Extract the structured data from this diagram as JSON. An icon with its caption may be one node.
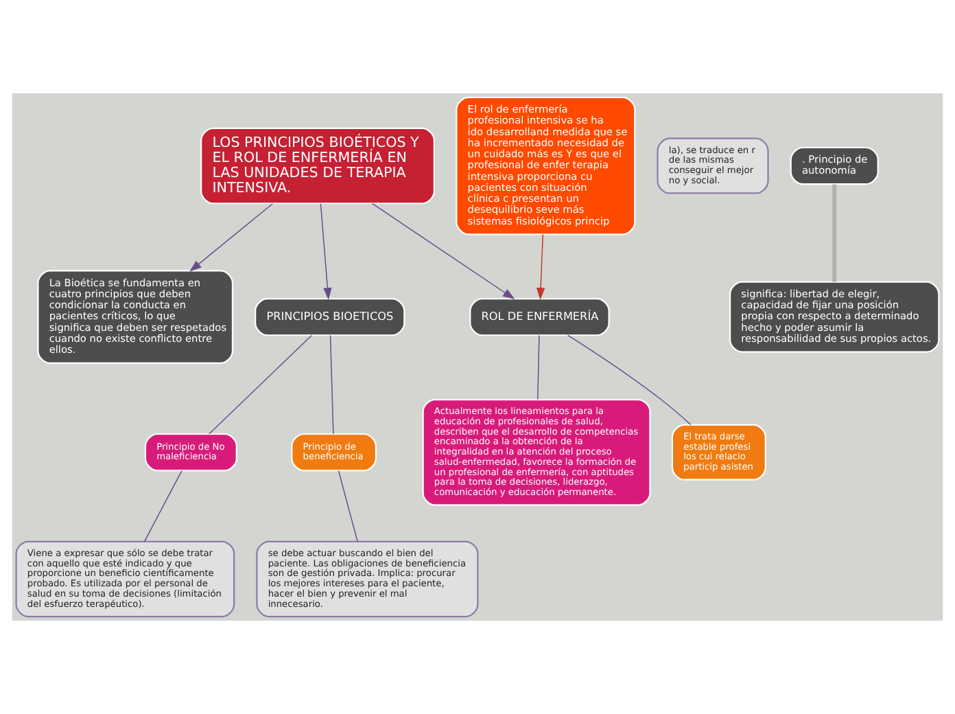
{
  "diagram": {
    "nodes": [
      {
        "text": [
          "LOS PRINCIPIOS BIOÉTICOS Y EL ROL DE ENFERMERÍA EN LAS UNIDADES DE TERAPIA INTENSIVA."
        ]
      },
      {
        "text": [
          "La Bioética se fundamenta en cuatro principios que deben condicionar la conducta en pacientes críticos, lo que significa que deben ser respetados cuando no existe conflicto entre ellos."
        ]
      },
      {
        "text": [
          "PRINCIPIOS BIOETICOS"
        ]
      },
      {
        "text": [
          "El rol de enfermería profesional intensiva se ha ido desarrolland medida que se ha incrementado necesidad de un cuidado más es Y es que el profesional de enfer terapia intensiva proporciona cu pacientes con situación clínica c presentan un desequilibrio seve más sistemas fisiológicos princip"
        ]
      },
      {
        "text": [
          "ROL DE ENFERMERÍA"
        ]
      },
      {
        "text": [
          "Principio de No maleficiencia"
        ]
      },
      {
        "text": [
          "Principio de beneficiencia"
        ]
      },
      {
        "text": [
          "Actualmente los lineamientos para la educación de profesionales de salud, describen que el desarrollo de competencias encaminado a la obtención de la integralidad en la atención del proceso salud-enfermedad, favorece la formación de un profesional de enfermería, con aptitudes para la toma de decisiones, liderazgo, comunicación y educación permanente."
        ]
      },
      {
        "text": [
          "El trata darse estable profesi los cui relacio particip asisten"
        ]
      },
      {
        "text": [
          "la), se traduce en r de las mismas conseguir el mejor no y social."
        ]
      },
      {
        "text": [
          "Viene a expresar que sólo se debe tratar con aquello que esté indicado y que proporcione un beneficio científicamente probado. Es utilizada por el personal de salud en su toma de decisiones (limitación del esfuerzo terapéutico)."
        ]
      },
      {
        "text": [
          "se debe actuar buscando el bien del paciente. Las obligaciones de beneficiencia son de gestión privada. Implica: procurar los mejores intereses para el paciente, hacer el bien y prevenir el mal innecesario."
        ]
      },
      {
        "text": [
          ". Principio de autonomía"
        ]
      },
      {
        "text": [
          "significa: libertad de elegir, capacidad de fijar una posición propia con respecto a determinado hecho y poder asumir la responsabilidad de sus propios actos."
        ]
      }
    ],
    "edges": [
      {
        "from": 0,
        "to": 1,
        "arrow": "to"
      },
      {
        "from": 0,
        "to": 2,
        "arrow": "to"
      },
      {
        "from": 0,
        "to": 4,
        "arrow": "to"
      },
      {
        "from": 3,
        "to": 4,
        "arrow": "to",
        "color": "#c0392b"
      },
      {
        "from": 2,
        "to": 5,
        "arrow": "none"
      },
      {
        "from": 2,
        "to": 6,
        "arrow": "none"
      },
      {
        "from": 5,
        "to": 10,
        "arrow": "none"
      },
      {
        "from": 6,
        "to": 11,
        "arrow": "none"
      },
      {
        "from": 4,
        "to": 7,
        "arrow": "none"
      },
      {
        "from": 4,
        "to": 8,
        "arrow": "none"
      },
      {
        "from": 12,
        "to": 13,
        "arrow": "none",
        "style": "thick",
        "color": "#b0b0b0"
      }
    ]
  }
}
